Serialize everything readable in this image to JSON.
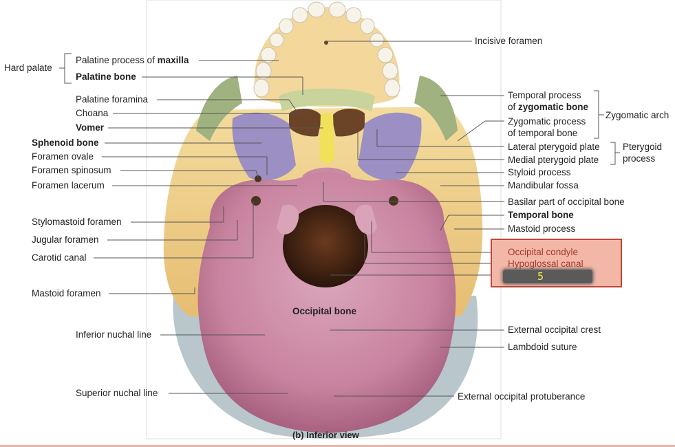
{
  "labels": {
    "hard_palate": "Hard palate",
    "palatine_process_pre": "Palatine process of",
    "palatine_process_bold": "maxilla",
    "palatine_bone": "Palatine bone",
    "palatine_foramina": "Palatine foramina",
    "choana": "Choana",
    "vomer": "Vomer",
    "sphenoid_bone": "Sphenoid bone",
    "foramen_ovale": "Foramen ovale",
    "foramen_spinosum": "Foramen spinosum",
    "foramen_lacerum": "Foramen lacerum",
    "stylomastoid_foramen": "Stylomastoid foramen",
    "jugular_foramen": "Jugular foramen",
    "carotid_canal": "Carotid canal",
    "mastoid_foramen": "Mastoid foramen",
    "inferior_nuchal_line": "Inferior nuchal line",
    "superior_nuchal_line": "Superior nuchal line",
    "incisive_foramen": "Incisive foramen",
    "temporal_process_line1": "Temporal process",
    "temporal_process_pre": "of",
    "temporal_process_bold": "zygomatic bone",
    "zygomatic_process_line1": "Zygomatic process",
    "zygomatic_process_line2": "of temporal bone",
    "zygomatic_arch": "Zygomatic arch",
    "lateral_pterygoid_plate": "Lateral pterygoid plate",
    "medial_pterygoid_plate": "Medial pterygoid plate",
    "pterygoid_process_line1": "Pterygoid",
    "pterygoid_process_line2": "process",
    "styloid_process": "Styloid process",
    "mandibular_fossa": "Mandibular fossa",
    "basilar_part": "Basilar part of occipital bone",
    "temporal_bone": "Temporal bone",
    "mastoid_process": "Mastoid process",
    "occipital_condyle": "Occipital condyle",
    "hypoglossal_canal": "Hypoglossal canal",
    "redacted_number": "5",
    "occipital_bone": "Occipital bone",
    "external_occipital_crest": "External occipital crest",
    "lambdoid_suture": "Lambdoid suture",
    "external_occipital_protuberance": "External occipital protuberance",
    "caption": "(b) Inferior view"
  },
  "colors": {
    "maxilla": "#f4d79a",
    "palatine": "#c9d39c",
    "sphenoid": "#9b8fc4",
    "vomer": "#f1e15a",
    "zygomatic": "#9fb27f",
    "temporal": "#f2d48e",
    "occipital": "#cf8fa8",
    "parietal": "#b9c6cc",
    "highlight_fill": "#f3b7a7",
    "highlight_border": "#c0463a"
  }
}
